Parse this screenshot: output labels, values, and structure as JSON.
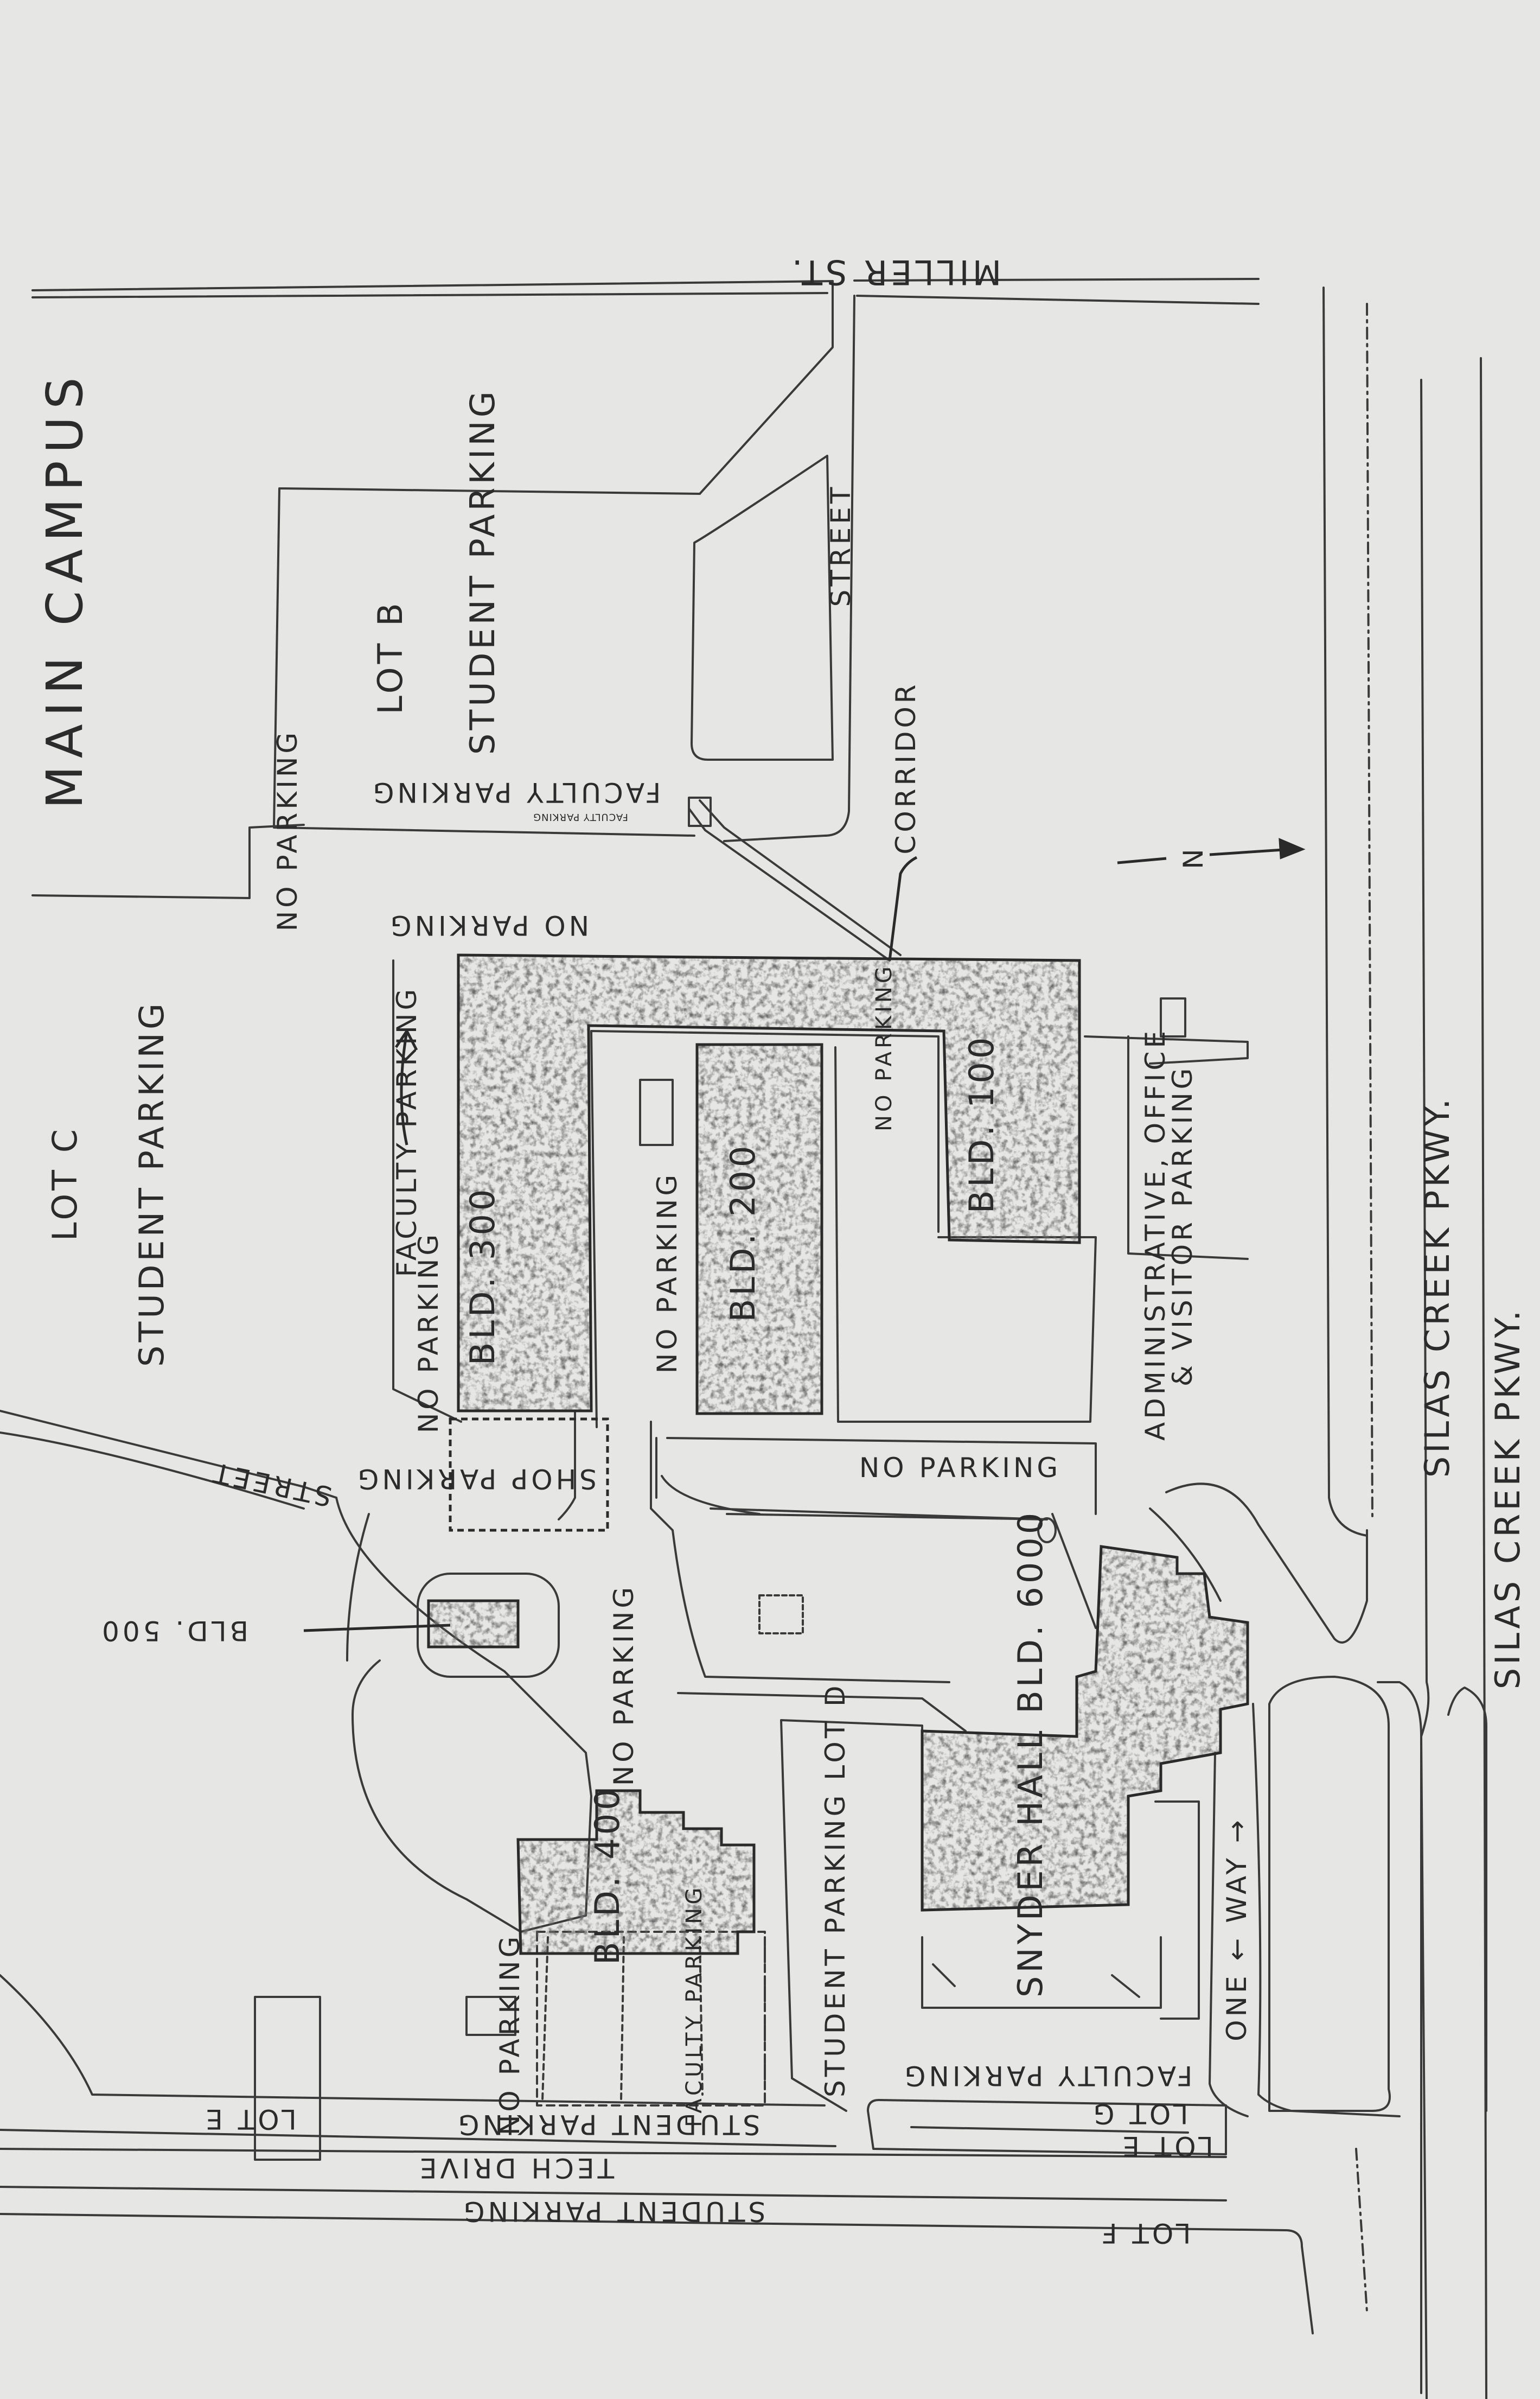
{
  "map": {
    "campus": "MAIN CAMPUS",
    "streets": {
      "miller": "MILLER ST.",
      "street_north": "STREET",
      "street_west": "STREET",
      "tech_drive": "TECH DRIVE",
      "silas_1": "SILAS CREEK PKWY.",
      "silas_2": "SILAS CREEK PKWY."
    },
    "buildings": {
      "b100": "BLD. 100",
      "b200": "BLD. 200",
      "b300": "BLD. 300",
      "b400": "BLD. 400",
      "b500": "BLD. 500",
      "snyder": "SNYDER HALL BLD. 6000",
      "shop": "SHOP PARKING"
    },
    "lots": {
      "lot_b": "LOT B",
      "lot_b_sub": "STUDENT PARKING",
      "lot_c": "LOT C",
      "lot_c_sub": "STUDENT PARKING",
      "lot_d": "STUDENT PARKING LOT D",
      "lot_e_west": "LOT E",
      "lot_e_south": "LOT E",
      "lot_e_student": "STUDENT PARKING",
      "lot_f": "LOT F",
      "lot_f_student": "STUDENT PARKING",
      "lot_g": "LOT G",
      "lot_g_faculty": "FACULTY PARKING"
    },
    "labels": {
      "corridor": "CORRIDOR",
      "north": "N",
      "one_way": "ONE ← WAY →",
      "admin": "ADMINISTRATIVE, OFFICE",
      "admin_2": "& VISITOR PARKING",
      "faculty_lotb": "FACULTY PARKING",
      "faculty_small": "FACULTY PARKING",
      "faculty_300": "FACULTY PARKING",
      "faculty_400": "FACULTY PARKING",
      "no_parking_1": "NO PARKING",
      "no_parking_2": "NO PARKING",
      "no_parking_3": "NO PARKING",
      "no_parking_4": "NO PARKING",
      "no_parking_5": "NO PARKING",
      "no_parking_6": "NO PARKING",
      "no_parking_7": "NO PARKING",
      "no_parking_8": "NO PARKING"
    }
  }
}
